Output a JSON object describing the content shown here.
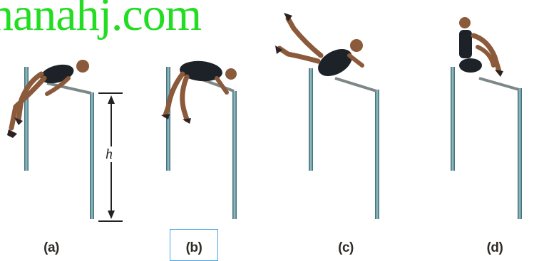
{
  "watermark": "hanahj.com",
  "height_label": "h",
  "labels": [
    "(a)",
    "(b)",
    "(c)",
    "(d)"
  ],
  "colors": {
    "post": "#3f7a86",
    "post_highlight": "#9fc4c8",
    "bar": "#7d8788",
    "athlete_body": "#1c2228",
    "skin": "#8a5a3a",
    "watermark": "#22dd22",
    "highlight_box": "#4aa3df"
  },
  "icons": [
    "high-jump-figure"
  ]
}
